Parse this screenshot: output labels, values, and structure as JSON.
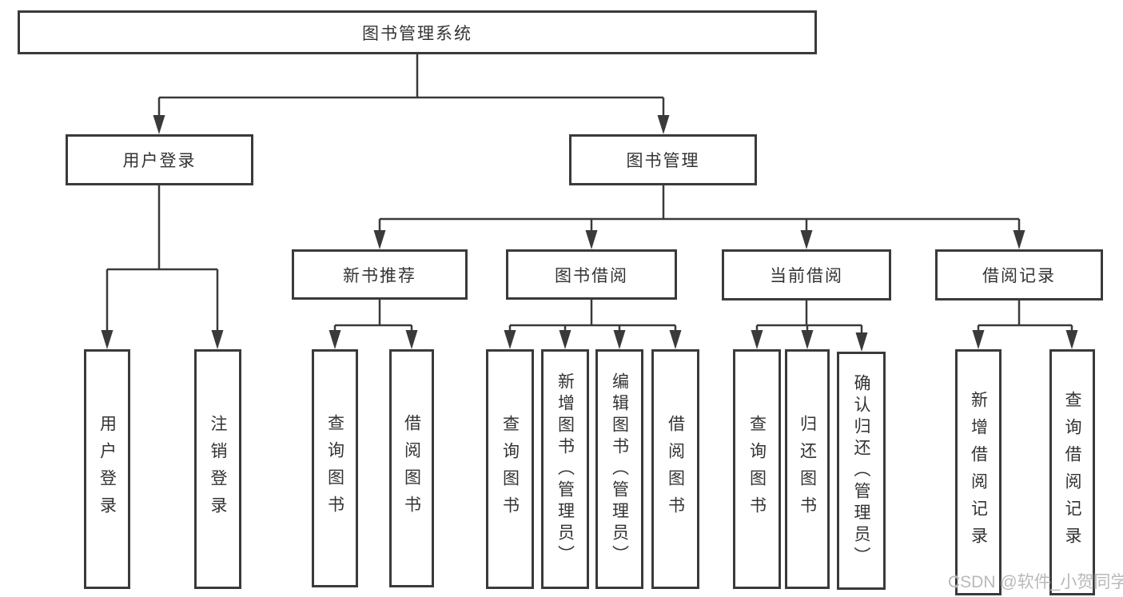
{
  "diagram": {
    "root": "图书管理系统",
    "branches": {
      "user_login": "用户登录",
      "book_management": "图书管理"
    },
    "modules": {
      "new_book_recommend": "新书推荐",
      "book_borrow": "图书借阅",
      "current_borrow": "当前借阅",
      "borrow_records": "借阅记录"
    },
    "leaves": {
      "user_login": "用户登录",
      "logout": "注销登录",
      "query_books_1": "查询图书",
      "borrow_books_1": "借阅图书",
      "query_books_2": "查询图书",
      "add_book_admin": "新增图书（管理员）",
      "edit_book_admin": "编辑图书（管理员）",
      "borrow_books_2": "借阅图书",
      "query_books_3": "查询图书",
      "return_books": "归还图书",
      "confirm_return_admin": "确认归还（管理员）",
      "add_borrow_record": "新增借阅记录",
      "query_borrow_record": "查询借阅记录"
    },
    "watermark": "CSDN @软件_小贺同学",
    "colors": {
      "line": "#3a3a3a",
      "text": "#333333",
      "background": "#ffffff",
      "watermark": "#b9b9b9"
    }
  }
}
